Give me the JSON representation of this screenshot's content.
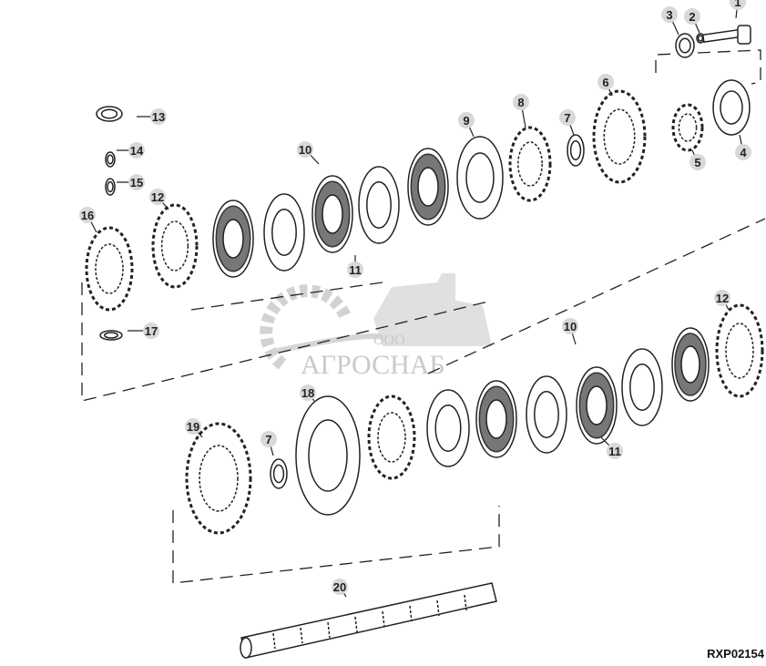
{
  "diagram": {
    "reference_code": "RXP02154",
    "watermark": {
      "line1": "ООО",
      "line2": "АГРОСНАБ"
    },
    "callouts": [
      {
        "id": "c1",
        "label": "1"
      },
      {
        "id": "c2",
        "label": "2"
      },
      {
        "id": "c3",
        "label": "3"
      },
      {
        "id": "c4",
        "label": "4"
      },
      {
        "id": "c5",
        "label": "5"
      },
      {
        "id": "c6",
        "label": "6"
      },
      {
        "id": "c7a",
        "label": "7"
      },
      {
        "id": "c8",
        "label": "8"
      },
      {
        "id": "c9",
        "label": "9"
      },
      {
        "id": "c10a",
        "label": "10"
      },
      {
        "id": "c11a",
        "label": "11"
      },
      {
        "id": "c12a",
        "label": "12"
      },
      {
        "id": "c13",
        "label": "13"
      },
      {
        "id": "c14",
        "label": "14"
      },
      {
        "id": "c15",
        "label": "15"
      },
      {
        "id": "c16",
        "label": "16"
      },
      {
        "id": "c17",
        "label": "17"
      },
      {
        "id": "c10b",
        "label": "10"
      },
      {
        "id": "c11b",
        "label": "11"
      },
      {
        "id": "c12b",
        "label": "12"
      },
      {
        "id": "c18",
        "label": "18"
      },
      {
        "id": "c19",
        "label": "19"
      },
      {
        "id": "c7b",
        "label": "7"
      },
      {
        "id": "c20",
        "label": "20"
      }
    ]
  }
}
